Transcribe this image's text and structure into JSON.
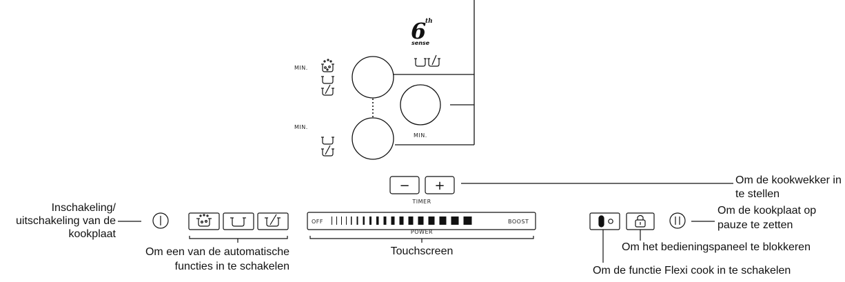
{
  "hob_layout": {
    "logo_number": "6",
    "logo_superscript": "th",
    "logo_word": "sense",
    "zone_min_labels": [
      "MIN.",
      "MIN.",
      "MIN."
    ]
  },
  "control_panel": {
    "timer_minus": "−",
    "timer_plus": "+",
    "timer_label": "TIMER",
    "slider_off": "OFF",
    "slider_boost": "BOOST",
    "slider_power": "POWER"
  },
  "annotations": {
    "timer": [
      "Om de kookwekker in",
      "te stellen"
    ],
    "power": [
      "Inschakeling/",
      "uitschakeling van de",
      "kookplaat"
    ],
    "pause": [
      "Om de kookplaat op",
      "pauze te zetten"
    ],
    "auto_functions": [
      "Om een van de automatische",
      "functies in te schakelen"
    ],
    "touchscreen": "Touchscreen",
    "lock": "Om het bedieningspaneel te blokkeren",
    "flexi": "Om de functie Flexi cook in te schakelen"
  }
}
